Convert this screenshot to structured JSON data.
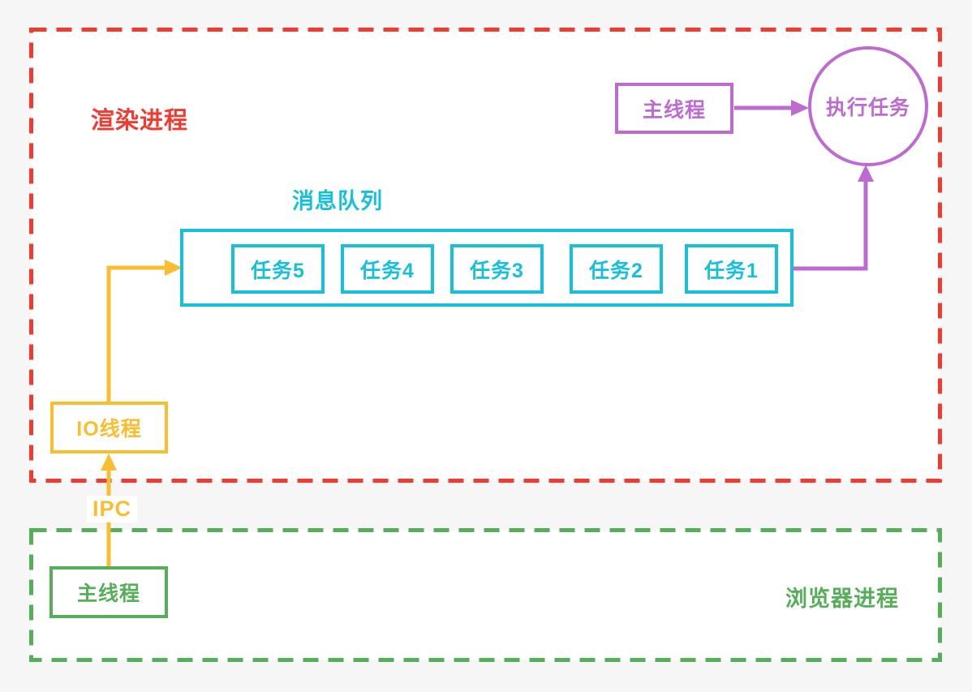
{
  "render_process": {
    "label": "渲染进程",
    "main_thread_label": "主线程",
    "execute_task_label": "执行任务",
    "io_thread_label": "IO线程",
    "message_queue": {
      "label": "消息队列",
      "tasks": [
        "任务5",
        "任务4",
        "任务3",
        "任务2",
        "任务1"
      ]
    }
  },
  "ipc_label": "IPC",
  "browser_process": {
    "label": "浏览器进程",
    "main_thread_label": "主线程"
  },
  "colors": {
    "render_process_border": "#f13a30",
    "message_queue": "#16c0d9",
    "main_thread_renderer": "#bd6bd0",
    "io_thread": "#f9bd30",
    "browser_process": "#55ae58",
    "background": "#f6f6f7"
  }
}
